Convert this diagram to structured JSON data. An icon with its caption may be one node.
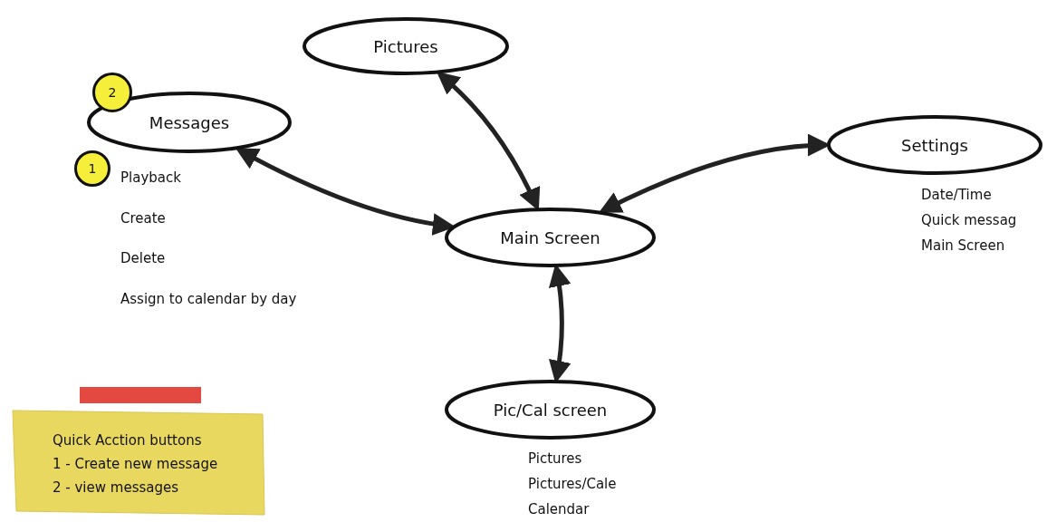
{
  "diagram": {
    "nodes": [
      {
        "text": [
          "Pictures"
        ]
      },
      {
        "text": [
          "Messages"
        ],
        "beside": [
          "Playback",
          "Create",
          "Delete",
          "Assign to calendar by day"
        ]
      },
      {
        "text": [
          "Settings"
        ],
        "beside": [
          "Date/Time",
          "Quick messag",
          "Main Screen"
        ]
      },
      {
        "text": [
          "Main Screen"
        ]
      },
      {
        "text": [
          "Pic/Cal screen"
        ],
        "beside": [
          "Pictures",
          "Pictures/Cale",
          "Calendar"
        ]
      },
      {
        "text": [
          "Quick Acction buttons",
          "1 - Create new message",
          "2 - view messages"
        ]
      }
    ],
    "edges": [
      {
        "from": 0,
        "to": 3,
        "arrow": "both"
      },
      {
        "from": 1,
        "to": 3,
        "arrow": "both"
      },
      {
        "from": 2,
        "to": 3,
        "arrow": "both"
      },
      {
        "from": 3,
        "to": 4,
        "arrow": "both"
      }
    ],
    "labels": [
      "2",
      "1"
    ]
  }
}
